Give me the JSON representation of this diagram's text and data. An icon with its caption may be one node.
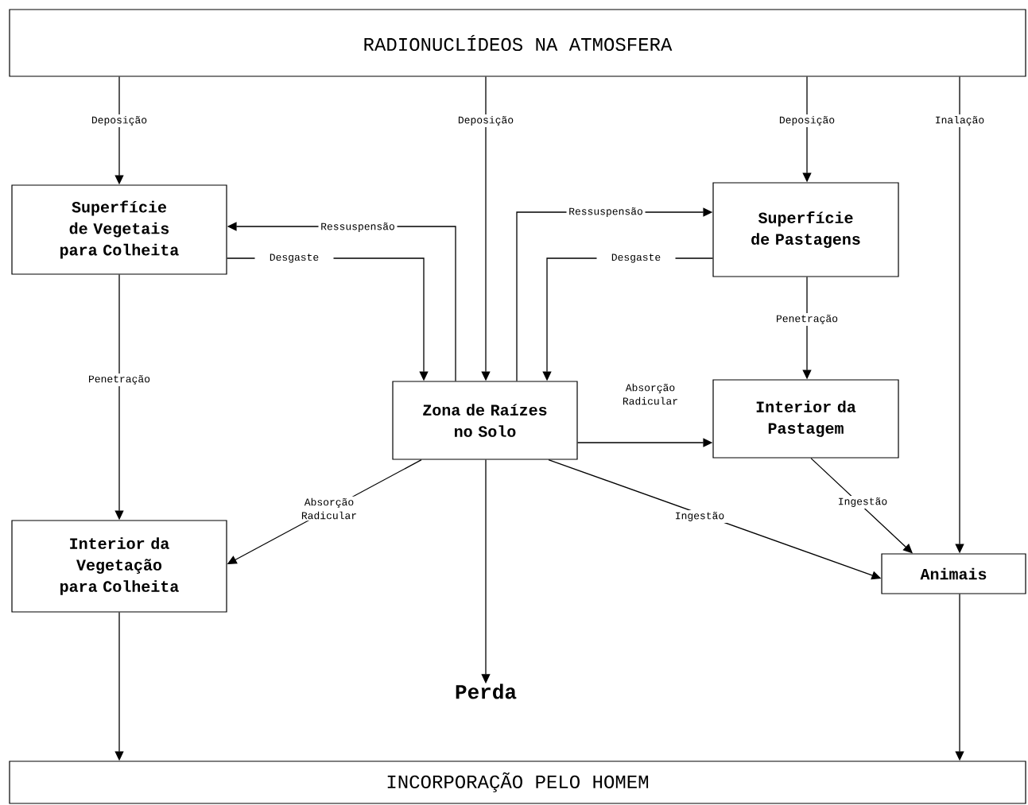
{
  "diagram": {
    "nodes": [
      {
        "text": [
          "RADIONUCLÍDEOS NA ATMOSFERA"
        ]
      },
      {
        "text": [
          "Superfície de Vegetais para Colheita"
        ]
      },
      {
        "text": [
          "Superfície de Pastagens"
        ]
      },
      {
        "text": [
          "Zona de Raízes no Solo"
        ]
      },
      {
        "text": [
          "Interior da Pastagem"
        ]
      },
      {
        "text": [
          "Interior da Vegetação para Colheita"
        ]
      },
      {
        "text": [
          "Animais"
        ]
      },
      {
        "text": [
          "Perda"
        ]
      },
      {
        "text": [
          "INCORPORAÇÃO PELO HOMEM"
        ]
      }
    ],
    "edges": [
      {
        "from": 0,
        "to": 1,
        "arrow": "to",
        "label": "Deposição"
      },
      {
        "from": 0,
        "to": 3,
        "arrow": "to",
        "label": "Deposição"
      },
      {
        "from": 0,
        "to": 2,
        "arrow": "to",
        "label": "Deposição"
      },
      {
        "from": 0,
        "to": 6,
        "arrow": "to",
        "label": "Inalação"
      },
      {
        "from": 3,
        "to": 1,
        "arrow": "to",
        "label": "Ressuspensão"
      },
      {
        "from": 1,
        "to": 3,
        "arrow": "to",
        "label": "Desgaste"
      },
      {
        "from": 3,
        "to": 2,
        "arrow": "to",
        "label": "Ressuspensão"
      },
      {
        "from": 2,
        "to": 3,
        "arrow": "to",
        "label": "Desgaste"
      },
      {
        "from": 2,
        "to": 4,
        "arrow": "to",
        "label": "Penetração"
      },
      {
        "from": 1,
        "to": 5,
        "arrow": "to",
        "label": "Penetração"
      },
      {
        "from": 3,
        "to": 4,
        "arrow": "to",
        "label": "Absorção Radicular"
      },
      {
        "from": 3,
        "to": 5,
        "arrow": "to",
        "label": "Absorção Radicular"
      },
      {
        "from": 3,
        "to": 6,
        "arrow": "to",
        "label": "Ingestão"
      },
      {
        "from": 4,
        "to": 6,
        "arrow": "to",
        "label": "Ingestão"
      },
      {
        "from": 3,
        "to": 7,
        "arrow": "to"
      },
      {
        "from": 5,
        "to": 8,
        "arrow": "to"
      },
      {
        "from": 6,
        "to": 8,
        "arrow": "to"
      }
    ]
  }
}
